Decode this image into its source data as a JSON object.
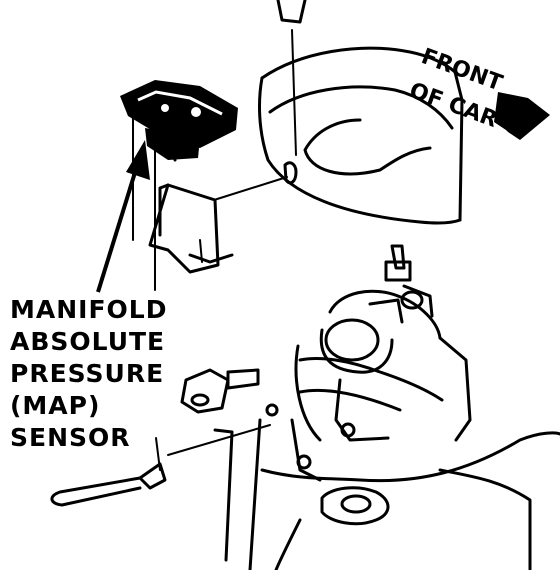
{
  "label": {
    "line1": "MANIFOLD",
    "line2": "ABSOLUTE",
    "line3": "PRESSURE",
    "line4": "(MAP)",
    "line5": "SENSOR"
  },
  "direction": {
    "line1": "FRONT",
    "line2": "OF CAR"
  }
}
